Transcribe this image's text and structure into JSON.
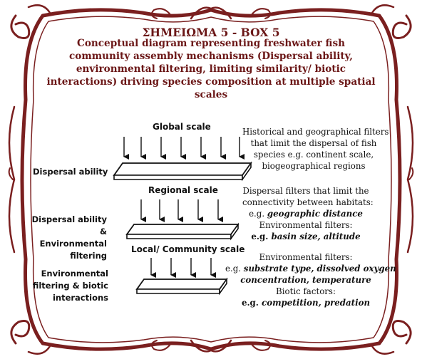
{
  "header": {
    "box_title": "ΣΗΜΕΙΩΜΑ 5 - BOX 5",
    "subtitle_lines": [
      "Conceptual diagram representing freshwater fish",
      "community assembly mechanisms (Dispersal ability,",
      "environmental filtering, limiting similarity/ biotic",
      "interactions) driving species composition at multiple spatial",
      "scales"
    ]
  },
  "scales": {
    "global": "Global scale",
    "regional": "Regional scale",
    "local": "Local/ Community scale"
  },
  "left_labels": {
    "dispersal": "Dispersal ability",
    "dispersal_env": [
      "Dispersal ability &",
      "Environmental",
      "filtering"
    ],
    "env_biotic": [
      "Environmental",
      "filtering & biotic",
      "interactions"
    ]
  },
  "descriptions": {
    "global": [
      "Historical and geographical filters",
      "that limit the dispersal of fish",
      "species e.g. continent scale,",
      "biogeographical regions"
    ],
    "regional": {
      "line1": "Dispersal filters that limit the",
      "line2": "connectivity between habitats:",
      "eg1_prefix": "e.g. ",
      "eg1_value": "geographic distance",
      "env_filters": "Environmental filters:",
      "eg2_prefix": "e.g. ",
      "eg2_value": "basin size, altitude"
    },
    "local": {
      "env_filters": "Environmental filters:",
      "eg1_prefix": "e.g. ",
      "eg1_value": "substrate type, dissolved oxygen",
      "eg1_cont": "concentration, temperature",
      "biotic": "Biotic factors:",
      "eg2_prefix": "e.g. ",
      "eg2_value": "competition, predation"
    }
  },
  "colors": {
    "frame": "#7a1f1f",
    "title": "#6b1717",
    "text": "#111111"
  }
}
